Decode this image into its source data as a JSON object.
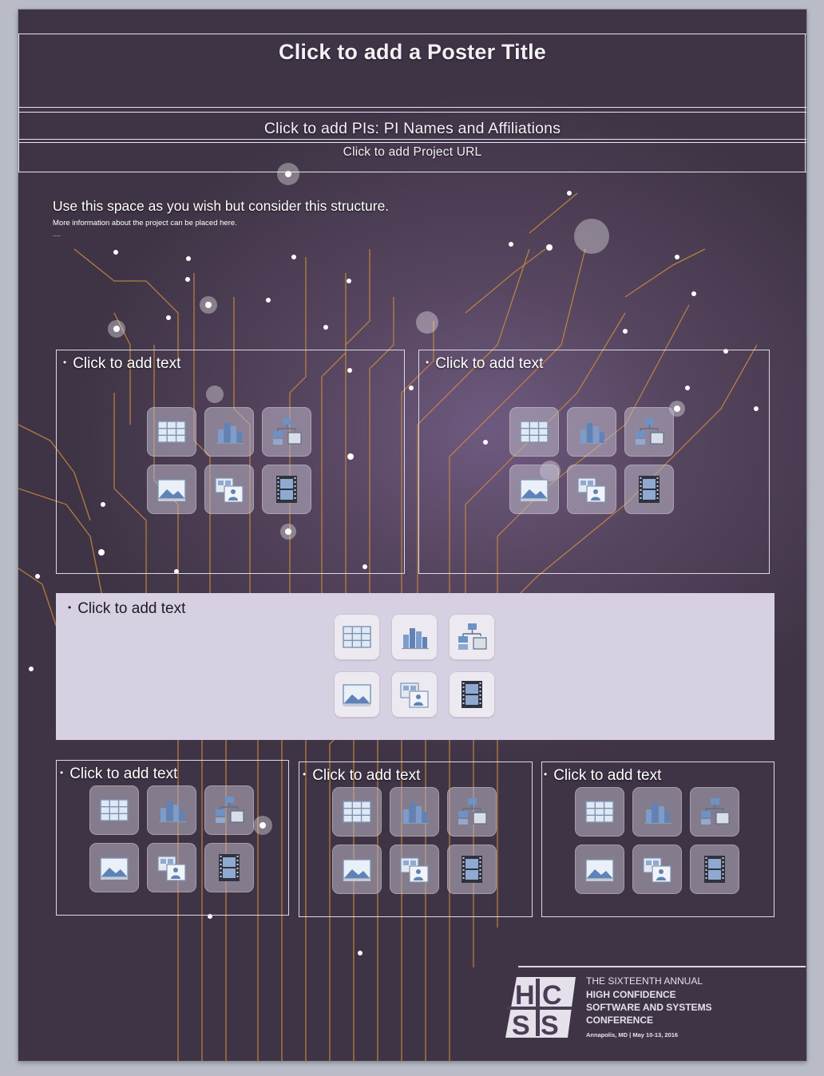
{
  "poster": {
    "title": "Click to add a Poster Title",
    "pis": "Click to add PIs: PI Names and Affiliations",
    "url": "Click to add Project URL",
    "intro_heading": "Use this space as you wish but consider this structure.",
    "intro_sub": "More information about the project can be placed here.",
    "intro_dots": "...."
  },
  "placeholders": [
    {
      "text": "Click to add text"
    },
    {
      "text": "Click to add text"
    },
    {
      "text": "Click to add text"
    },
    {
      "text": "Click to add text"
    },
    {
      "text": "Click to add text"
    },
    {
      "text": "Click to add text"
    }
  ],
  "bullet": "•",
  "content_icons": [
    "table-icon",
    "chart-icon",
    "smartart-icon",
    "picture-icon",
    "clip-art-icon",
    "media-icon"
  ],
  "logo": {
    "mark": "HCSS",
    "line1": "THE SIXTEENTH ANNUAL",
    "line2": "HIGH CONFIDENCE",
    "line3": "SOFTWARE AND SYSTEMS",
    "line4": "CONFERENCE",
    "line5": "Annapolis, MD | May 10-13, 2016"
  },
  "colors": {
    "background": "#4f4159",
    "circuit": "#c98a3c",
    "highlight_box": "#d7d0e2"
  }
}
